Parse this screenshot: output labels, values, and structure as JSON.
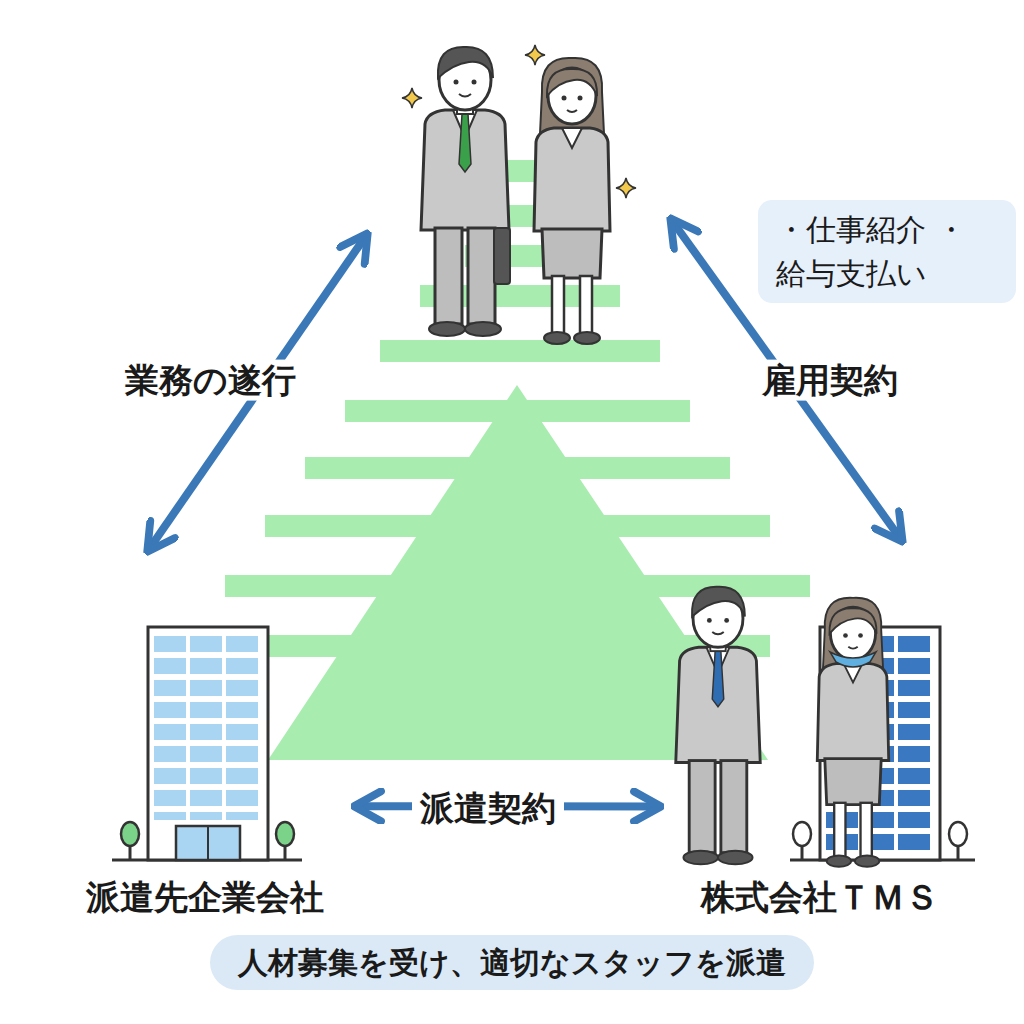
{
  "diagram": {
    "nodes": [
      {
        "text": []
      },
      {
        "text": [
          "派遣先企業会社"
        ]
      },
      {
        "text": [
          "株式会社ＴＭＳ"
        ]
      },
      {
        "text": [
          "・仕事紹介 ・給与支払い"
        ]
      },
      {
        "text": [
          "人材募集を受け、適切なスタッフを派遣"
        ]
      }
    ],
    "edges": [
      {
        "from": 0,
        "to": 1,
        "arrow": "both",
        "label": "業務の遂行"
      },
      {
        "from": 0,
        "to": 2,
        "arrow": "both",
        "label": "雇用契約"
      },
      {
        "from": 1,
        "to": 2,
        "arrow": "both",
        "label": "派遣契約"
      }
    ]
  }
}
